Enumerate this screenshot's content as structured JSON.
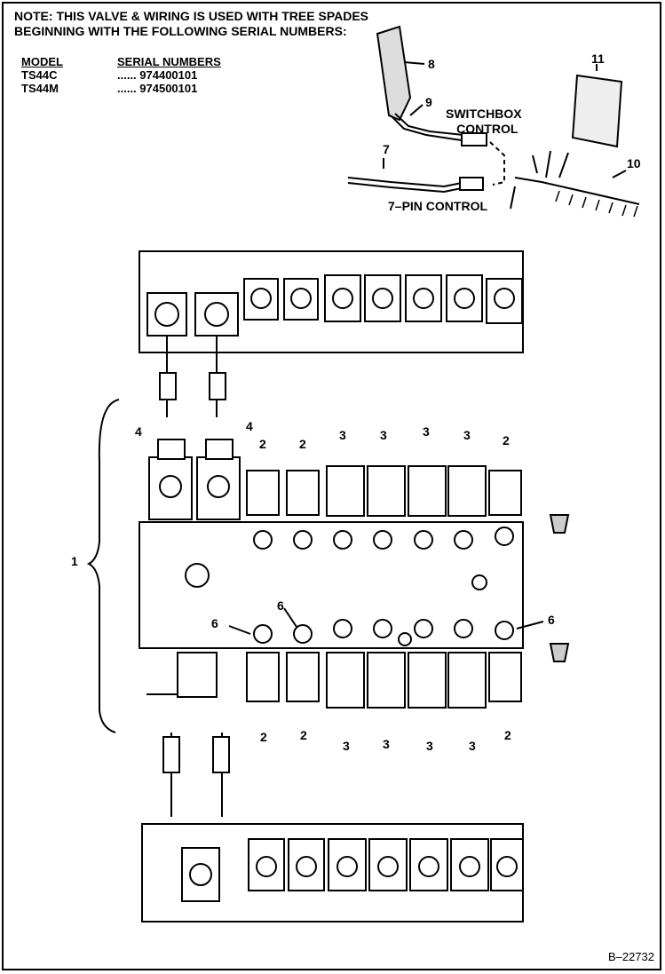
{
  "note": {
    "line1": "NOTE:   THIS VALVE & WIRING IS USED WITH TREE SPADES",
    "line2": "BEGINNING WITH THE FOLLOWING SERIAL NUMBERS:"
  },
  "table": {
    "headers": [
      "MODEL",
      "SERIAL NUMBERS"
    ],
    "rows": [
      [
        "TS44C",
        "......  974400101"
      ],
      [
        "TS44M",
        "......  974500101"
      ]
    ]
  },
  "labels": {
    "switchbox_control_1": "SWITCHBOX",
    "switchbox_control_2": "CONTROL",
    "seven_pin_control": "7–PIN CONTROL"
  },
  "callouts": {
    "c1": "1",
    "c7": "7",
    "c8": "8",
    "c9": "9",
    "c10": "10",
    "c11": "11",
    "top_row": [
      "4",
      "4",
      "2",
      "2",
      "3",
      "3",
      "3",
      "3",
      "2"
    ],
    "bottom_row": [
      "2",
      "2",
      "3",
      "3",
      "3",
      "3",
      "2"
    ],
    "side_6a": "6",
    "side_6b": "6",
    "side_6c": "6"
  },
  "figure_id": "B–22732"
}
